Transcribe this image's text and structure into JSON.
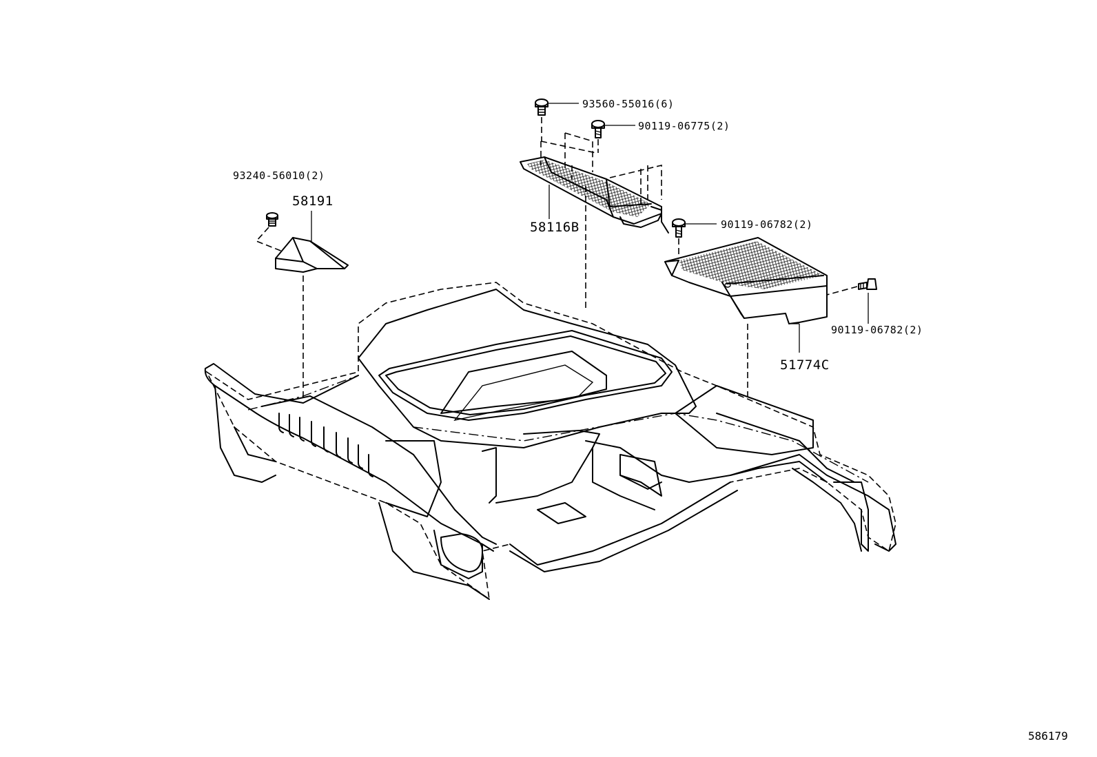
{
  "diagram_id": "586179",
  "callouts": {
    "clip_93560": "93560-55016(6)",
    "bolt_90119_06775": "90119-06775(2)",
    "clip_93240": "93240-56010(2)",
    "part_58191": "58191",
    "part_58116b": "58116B",
    "bolt_90119_06782_a": "90119-06782(2)",
    "bolt_90119_06782_b": "90119-06782(2)",
    "part_51774c": "51774C"
  }
}
